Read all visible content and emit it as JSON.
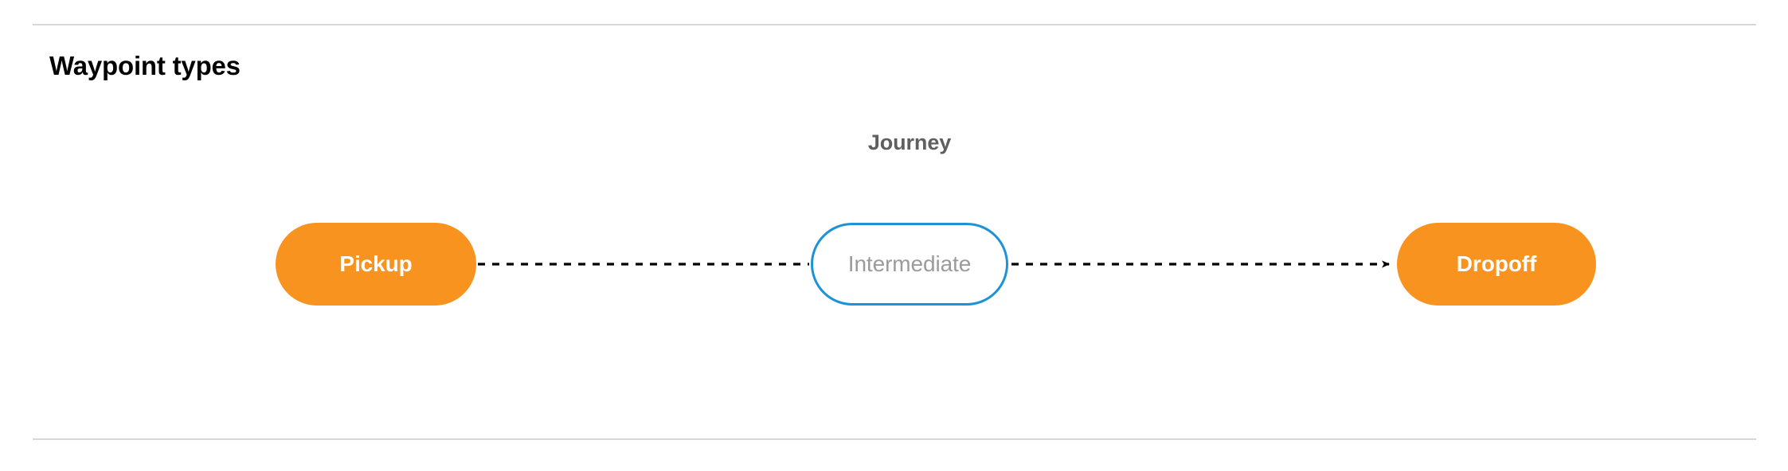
{
  "section": {
    "title": "Waypoint types"
  },
  "diagram": {
    "group_label": "Journey",
    "nodes": [
      {
        "id": "pickup",
        "label": "Pickup",
        "type": "terminal",
        "fill": "#f7931e",
        "text_color": "#ffffff"
      },
      {
        "id": "intermediate",
        "label": "Intermediate",
        "type": "intermediate",
        "fill": "#ffffff",
        "border_color": "#1e92d8",
        "text_color": "#9b9b9b"
      },
      {
        "id": "dropoff",
        "label": "Dropoff",
        "type": "terminal",
        "fill": "#f7931e",
        "text_color": "#ffffff"
      }
    ],
    "connectors": [
      {
        "id": "pickup-to-intermediate",
        "from": "pickup",
        "to": "intermediate",
        "style": "dashed",
        "color": "#000000",
        "arrowhead": false
      },
      {
        "id": "intermediate-to-dropoff",
        "from": "intermediate",
        "to": "dropoff",
        "style": "dashed",
        "color": "#000000",
        "arrowhead": true
      }
    ]
  },
  "colors": {
    "rule": "#d7d7d7",
    "heading": "#030303",
    "group_label": "#5f5f5f",
    "accent_orange": "#f7931e",
    "accent_blue": "#1e92d8",
    "background": "#ffffff"
  }
}
